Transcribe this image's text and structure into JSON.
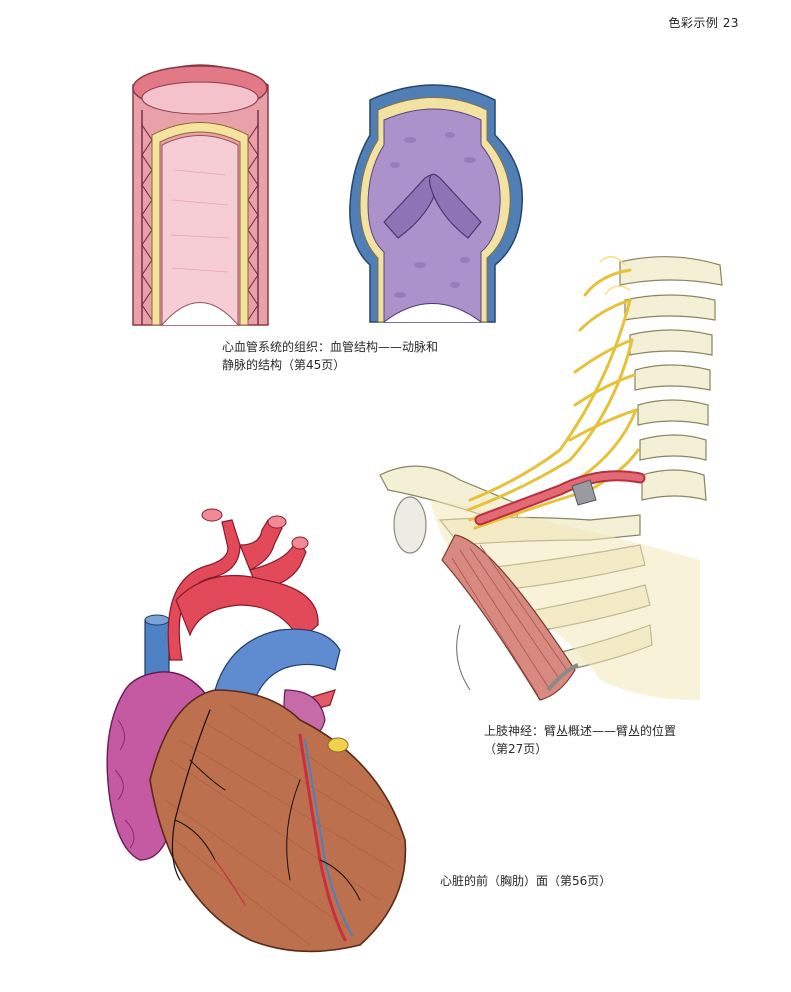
{
  "header": {
    "section_label": "色彩示例",
    "page_number": "23"
  },
  "figures": [
    {
      "name": "blood-vessel-structure",
      "caption_line1": "心血管系统的组织：血管结构——动脉和",
      "caption_line2": "静脉的结构（第45页）"
    },
    {
      "name": "brachial-plexus-position",
      "caption_line1": "上肢神经：臂丛概述——臂丛的位置",
      "caption_line2": "（第27页）"
    },
    {
      "name": "heart-anterior-view",
      "caption_line1": "心脏的前（胸肋）面（第56页）"
    }
  ],
  "colors": {
    "artery_red": "#d9606a",
    "artery_pink": "#f0b6c0",
    "vein_blue": "#5a86b8",
    "vein_purple": "#a98fc8",
    "nerve_yellow": "#f2d24a",
    "bone_cream": "#f4f0d6",
    "muscle_brown": "#b86a4a",
    "atrium_magenta": "#c0509a"
  }
}
